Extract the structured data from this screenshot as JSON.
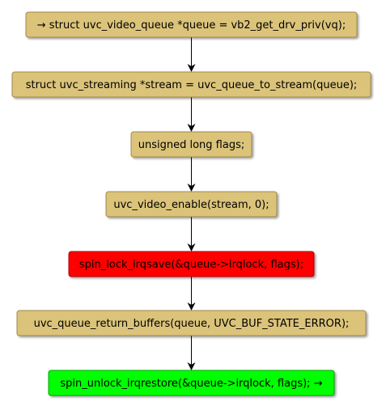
{
  "colors": {
    "default_fill": "#DBC37A",
    "default_stroke": "#A2894A",
    "lock_fill": "#FF0000",
    "lock_stroke": "#B30000",
    "unlock_fill": "#00FF00",
    "unlock_stroke": "#00A000",
    "arrow": "#000000",
    "text": "#000000"
  },
  "steps": [
    {
      "label": "→ struct uvc_video_queue *queue = vb2_get_drv_priv(vq);",
      "style": "default"
    },
    {
      "label": "struct uvc_streaming *stream = uvc_queue_to_stream(queue);",
      "style": "default"
    },
    {
      "label": "unsigned long flags;",
      "style": "default"
    },
    {
      "label": "uvc_video_enable(stream, 0);",
      "style": "default"
    },
    {
      "label": "spin_lock_irqsave(&queue->irqlock, flags);",
      "style": "lock"
    },
    {
      "label": "uvc_queue_return_buffers(queue, UVC_BUF_STATE_ERROR);",
      "style": "default"
    },
    {
      "label": "spin_unlock_irqrestore(&queue->irqlock, flags); →",
      "style": "unlock"
    }
  ]
}
